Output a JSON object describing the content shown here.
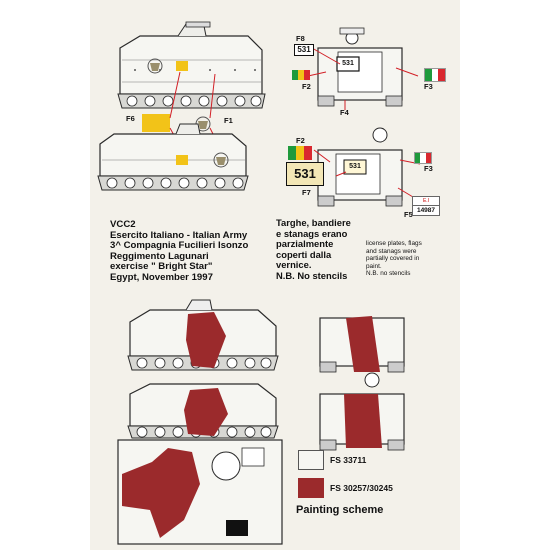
{
  "colors": {
    "white_camo": "#f6f6f2",
    "red_camo": "#9b2a2c",
    "outline": "#2a2a2a",
    "decal_yellow": "#f2c318",
    "callout_red": "#d21f26",
    "flag_green": "#1f9a3c",
    "flag_white": "#ffffff",
    "flag_red": "#d9282f"
  },
  "callouts": {
    "f1": "F1",
    "f2": "F2",
    "f3": "F3",
    "f4": "F4",
    "f5": "F5",
    "f6": "F6",
    "f7": "F7",
    "f8": "F8"
  },
  "decals": {
    "hull_number": "531",
    "hull_number_small": "531",
    "plate": "14987",
    "plate_small": "E.I"
  },
  "caption_left": [
    "VCC2",
    "Esercito Italiano - Italian Army",
    "3^ Compagnia Fucilieri Isonzo",
    "Reggimento Lagunari",
    "exercise \" Bright Star\"",
    "Egypt, November 1997"
  ],
  "caption_italian": [
    "Targhe, bandiere",
    "e stanags erano",
    "parzialmente",
    "coperti dalla",
    "vernice.",
    "N.B. No stencils"
  ],
  "caption_english": [
    "license plates, flags",
    "and stanags were",
    "partially covered in",
    "paint.",
    "N.B. no stencils"
  ],
  "legend": [
    {
      "code": "FS 33711",
      "color": "#f6f6f2"
    },
    {
      "code": "FS 30257/30245",
      "color": "#9b2a2c"
    }
  ],
  "legend_title": "Painting scheme",
  "icons": [
    "emblem-icon",
    "italian-flag-icon",
    "regional-flag-icon"
  ]
}
